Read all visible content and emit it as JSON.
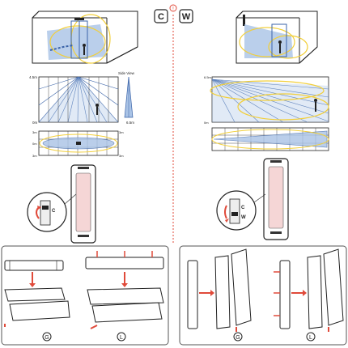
{
  "modes": {
    "ceiling": {
      "letter": "C"
    },
    "wall": {
      "letter": "W"
    }
  },
  "warning_mark": "!",
  "top_view": {
    "height_label": "4.5m",
    "side_view_label": "Side View",
    "side_depth_label": "6.5m"
  },
  "zone": {
    "labels": {
      "tl": "3m",
      "tr": "3m",
      "ml": "0m",
      "bl": "3m",
      "br": "3m"
    }
  },
  "install": {
    "left_marks": [
      "G",
      "L"
    ],
    "right_marks": [
      "G",
      "L"
    ]
  },
  "colors": {
    "detection_fill": "#a9c3e6",
    "detection_stroke": "#3a63a8",
    "highlight": "#f2cf3a",
    "arrow": "#e04a3a",
    "sensor_body": "#f5d6d6",
    "divider": "#e04a3a"
  }
}
